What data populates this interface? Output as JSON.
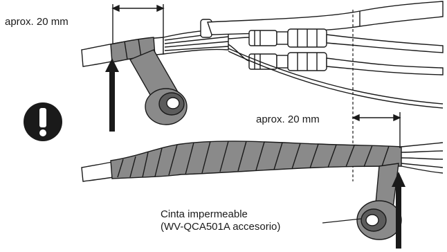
{
  "labels": {
    "top_distance": "aprox. 20 mm",
    "middle_distance": "aprox. 20 mm",
    "tape_name": "Cinta impermeable",
    "tape_accessory": "(WV-QCA501A accesorio)"
  },
  "icons": {
    "warning": "exclamation-icon"
  },
  "colors": {
    "tape": "#8a8a8a",
    "tape_dark": "#5c5c5c",
    "line": "#1a1a1a",
    "cable_fill": "#ffffff"
  }
}
